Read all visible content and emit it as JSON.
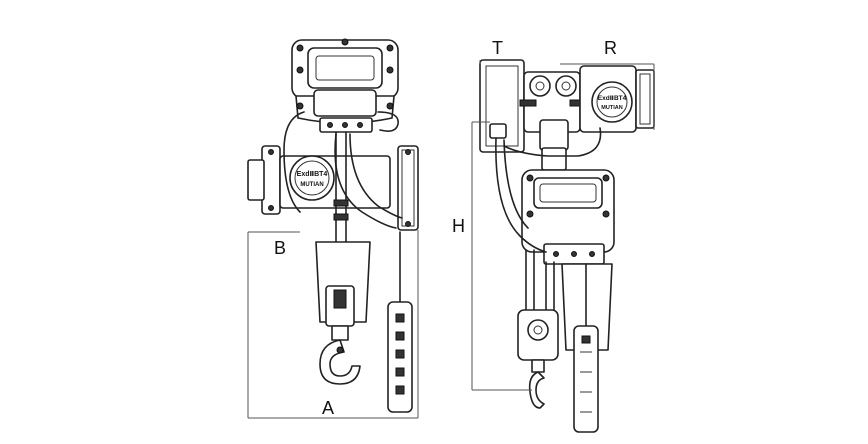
{
  "labels": {
    "a": "A",
    "b": "B",
    "h": "H",
    "t": "T",
    "r": "R"
  },
  "badge": {
    "line1": "ExdⅡBT4",
    "line2": "MUTIAN"
  }
}
